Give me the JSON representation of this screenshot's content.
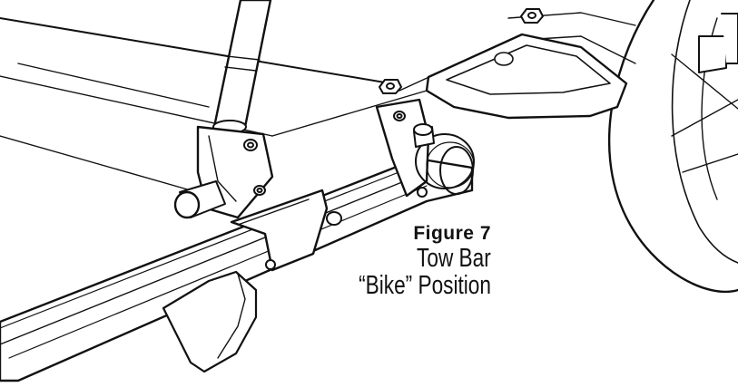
{
  "figure": {
    "label": "Figure 7",
    "caption_line1": "Tow Bar",
    "caption_line2": "“Bike” Position"
  }
}
